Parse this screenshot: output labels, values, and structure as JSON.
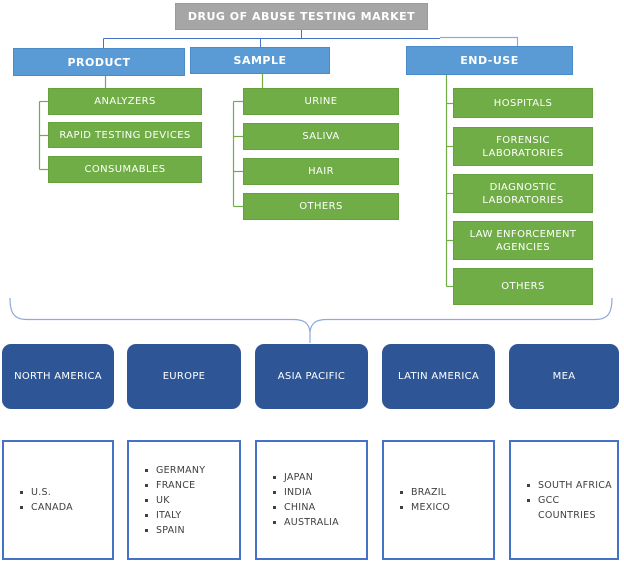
{
  "palette": {
    "title_bg": "#a6a6a6",
    "header_bg": "#5b9bd5",
    "leaf_bg": "#70ad47",
    "region_bg": "#2e5697",
    "country_border": "#4472c4",
    "connector_blue": "#4472c4",
    "connector_green": "#70ad47",
    "brace": "#8ea9db"
  },
  "tree": {
    "title": "DRUG OF ABUSE TESTING MARKET",
    "columns": [
      {
        "header": "PRODUCT",
        "children": [
          "ANALYZERS",
          "RAPID TESTING DEVICES",
          "CONSUMABLES"
        ]
      },
      {
        "header": "SAMPLE",
        "children": [
          "URINE",
          "SALIVA",
          "HAIR",
          "OTHERS"
        ]
      },
      {
        "header": "END-USE",
        "children": [
          "HOSPITALS",
          "FORENSIC LABORATORIES",
          "DIAGNOSTIC LABORATORIES",
          "LAW ENFORCEMENT AGENCIES",
          "OTHERS"
        ]
      }
    ]
  },
  "regions": [
    {
      "name": "NORTH AMERICA",
      "countries": [
        "U.S.",
        "CANADA"
      ]
    },
    {
      "name": "EUROPE",
      "countries": [
        "GERMANY",
        "FRANCE",
        "UK",
        "ITALY",
        "SPAIN"
      ]
    },
    {
      "name": "ASIA PACIFIC",
      "countries": [
        "JAPAN",
        "INDIA",
        "CHINA",
        "AUSTRALIA"
      ]
    },
    {
      "name": "LATIN AMERICA",
      "countries": [
        "BRAZIL",
        "MEXICO"
      ]
    },
    {
      "name": "MEA",
      "countries": [
        "SOUTH AFRICA",
        "GCC COUNTRIES"
      ]
    }
  ]
}
